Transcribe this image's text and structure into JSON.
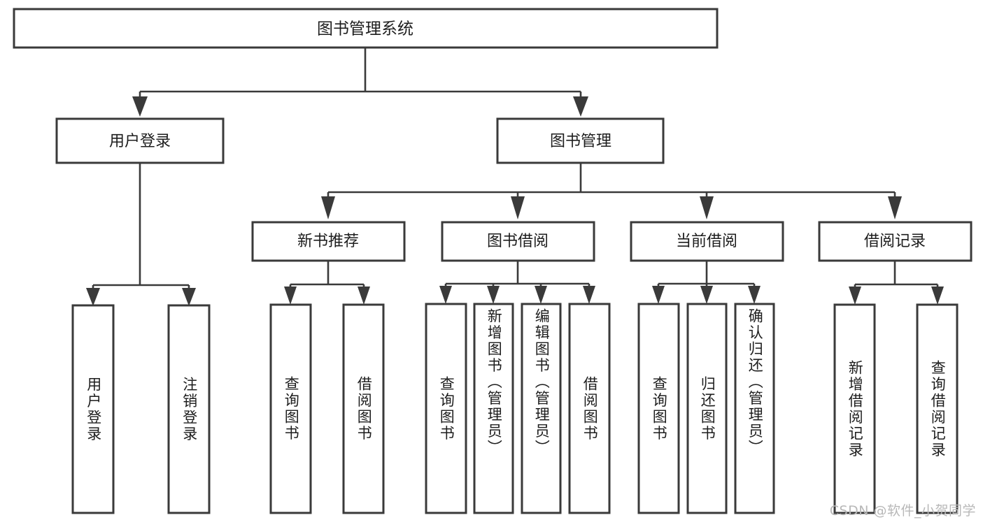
{
  "diagram": {
    "title": "图书管理系统",
    "watermark": "CSDN @软件_小贺同学",
    "root": {
      "label": "图书管理系统"
    },
    "level1": [
      {
        "label": "用户登录"
      },
      {
        "label": "图书管理"
      }
    ],
    "level2": [
      {
        "label": "新书推荐",
        "parent": "图书管理"
      },
      {
        "label": "图书借阅",
        "parent": "图书管理"
      },
      {
        "label": "当前借阅",
        "parent": "图书管理"
      },
      {
        "label": "借阅记录",
        "parent": "图书管理"
      }
    ],
    "leaves": {
      "user_login": [
        {
          "label": "用户登录"
        },
        {
          "label": "注销登录"
        }
      ],
      "new_book": [
        {
          "label": "查询图书"
        },
        {
          "label": "借阅图书"
        }
      ],
      "borrow_book": [
        {
          "label": "查询图书"
        },
        {
          "label": "新增图书（管理员）"
        },
        {
          "label": "编辑图书（管理员）"
        },
        {
          "label": "借阅图书"
        }
      ],
      "current_borrow": [
        {
          "label": "查询图书"
        },
        {
          "label": "归还图书"
        },
        {
          "label": "确认归还（管理员）"
        }
      ],
      "borrow_record": [
        {
          "label": "新增借阅记录"
        },
        {
          "label": "查询借阅记录"
        }
      ]
    },
    "colors": {
      "stroke": "#3a3a3a",
      "fill": "#ffffff",
      "text": "#1d1d1d",
      "watermark": "#b8b8b8"
    }
  }
}
